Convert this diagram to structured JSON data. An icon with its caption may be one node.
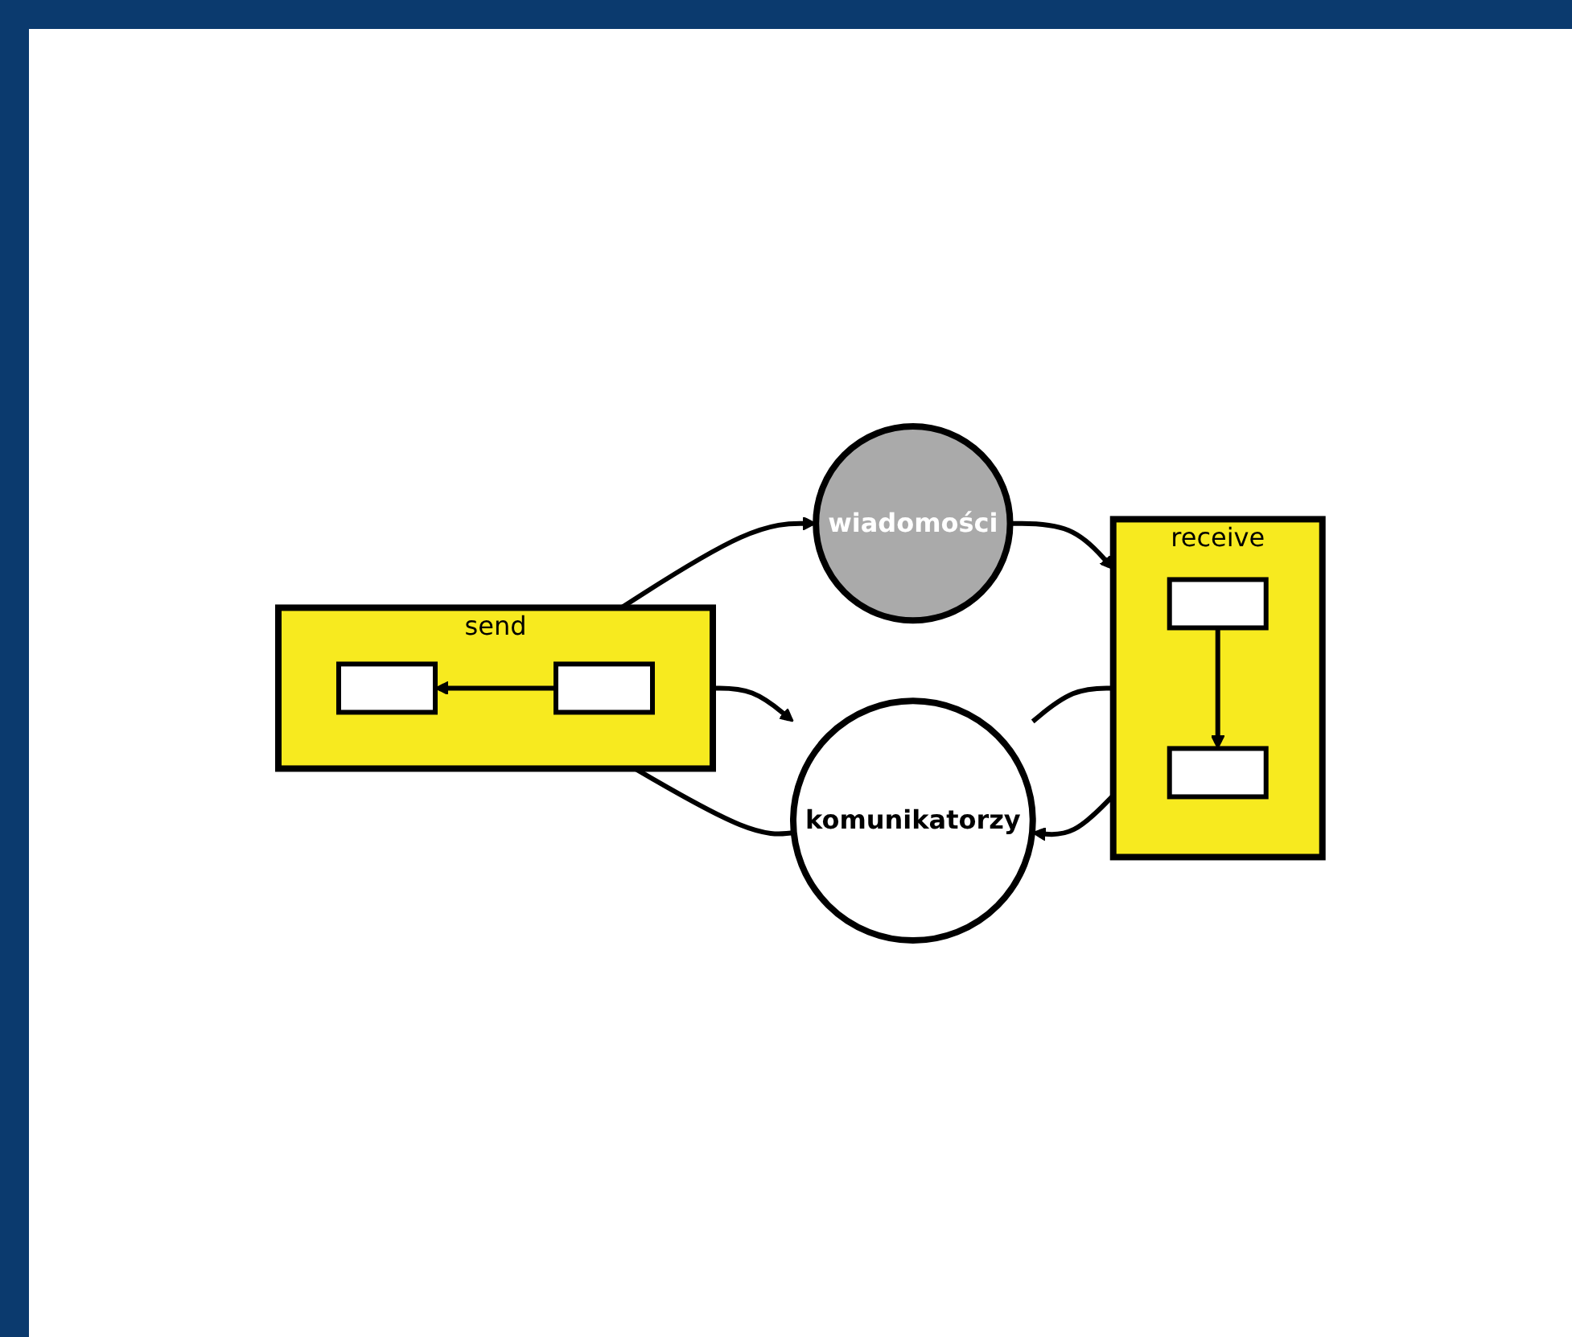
{
  "diagram": {
    "nodes": [
      {
        "text": [
          "wiadomości"
        ]
      },
      {
        "text": [],
        "shape": "box",
        "beside": [
          "receive"
        ]
      },
      {
        "text": [],
        "shape": "box",
        "in": 1
      },
      {
        "text": [],
        "shape": "box",
        "in": 1
      },
      {
        "text": [
          "komunikatorzy"
        ]
      },
      {
        "text": [],
        "shape": "box",
        "beside": [
          "send"
        ]
      },
      {
        "text": [],
        "shape": "box",
        "in": 5
      },
      {
        "text": [],
        "shape": "box",
        "in": 5
      }
    ],
    "edges": [
      {
        "from": 0,
        "to": 1,
        "arrow": "to"
      },
      {
        "from": 2,
        "to": 3,
        "arrow": "to"
      },
      {
        "from": 4,
        "to": 1,
        "arrow": "none"
      },
      {
        "from": 1,
        "to": 4,
        "arrow": "to"
      },
      {
        "from": 4,
        "to": 5,
        "arrow": "none"
      },
      {
        "from": 5,
        "to": 4,
        "arrow": "to"
      },
      {
        "from": 7,
        "to": 6,
        "arrow": "to"
      },
      {
        "from": 5,
        "to": 0,
        "arrow": "to"
      }
    ]
  }
}
